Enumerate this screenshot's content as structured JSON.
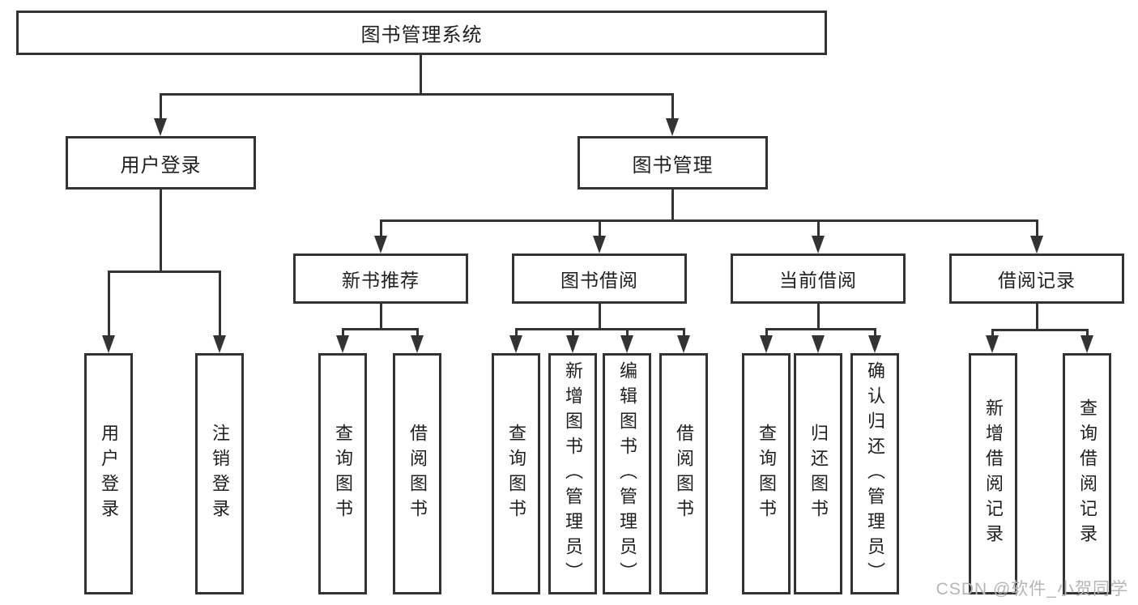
{
  "colors": {
    "line": "#333333",
    "text": "#1f1f1f",
    "background": "#ffffff",
    "watermark": "#b5b5b5"
  },
  "diagram": {
    "root": {
      "label": "图书管理系统"
    },
    "level2": [
      {
        "label": "用户登录"
      },
      {
        "label": "图书管理"
      }
    ],
    "level3": [
      {
        "label": "新书推荐",
        "parent": "图书管理"
      },
      {
        "label": "图书借阅",
        "parent": "图书管理"
      },
      {
        "label": "当前借阅",
        "parent": "图书管理"
      },
      {
        "label": "借阅记录",
        "parent": "图书管理"
      }
    ],
    "leaves": [
      {
        "label": "用户登录",
        "parent": "用户登录"
      },
      {
        "label": "注销登录",
        "parent": "用户登录"
      },
      {
        "label": "查询图书",
        "parent": "新书推荐"
      },
      {
        "label": "借阅图书",
        "parent": "新书推荐"
      },
      {
        "label": "查询图书",
        "parent": "图书借阅"
      },
      {
        "label": "新增图书（管理员）",
        "parent": "图书借阅"
      },
      {
        "label": "编辑图书（管理员）",
        "parent": "图书借阅"
      },
      {
        "label": "借阅图书",
        "parent": "图书借阅"
      },
      {
        "label": "查询图书",
        "parent": "当前借阅"
      },
      {
        "label": "归还图书",
        "parent": "当前借阅"
      },
      {
        "label": "确认归还（管理员）",
        "parent": "当前借阅"
      },
      {
        "label": "新增借阅记录",
        "parent": "借阅记录"
      },
      {
        "label": "查询借阅记录",
        "parent": "借阅记录"
      }
    ]
  },
  "watermark": {
    "text": "CSDN @软件_小贺同学"
  }
}
